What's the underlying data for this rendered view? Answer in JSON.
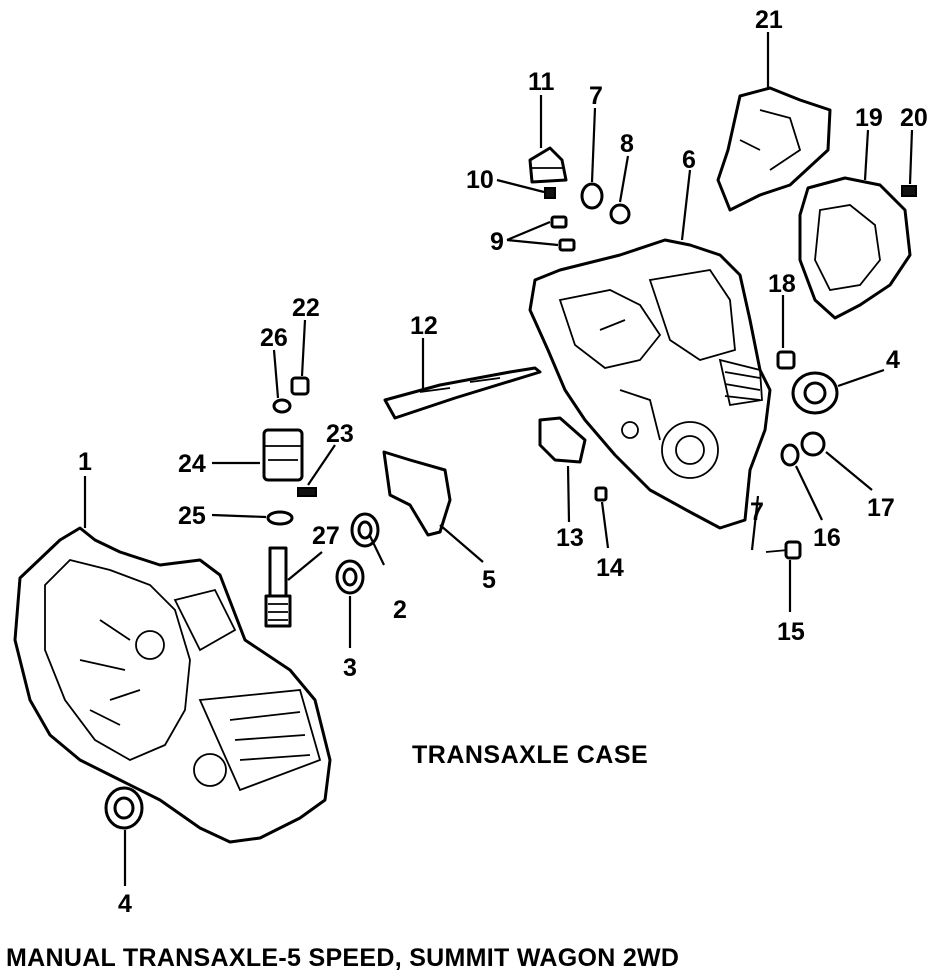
{
  "diagram": {
    "section_title": "TRANSAXLE CASE",
    "caption": "MANUAL TRANSAXLE-5 SPEED, SUMMIT WAGON 2WD",
    "callouts": [
      "1",
      "2",
      "3",
      "4",
      "5",
      "6",
      "7",
      "8",
      "9",
      "10",
      "11",
      "12",
      "13",
      "14",
      "15",
      "16",
      "17",
      "18",
      "19",
      "20",
      "21",
      "22",
      "23",
      "24",
      "25",
      "26",
      "27",
      "4",
      "7"
    ]
  }
}
